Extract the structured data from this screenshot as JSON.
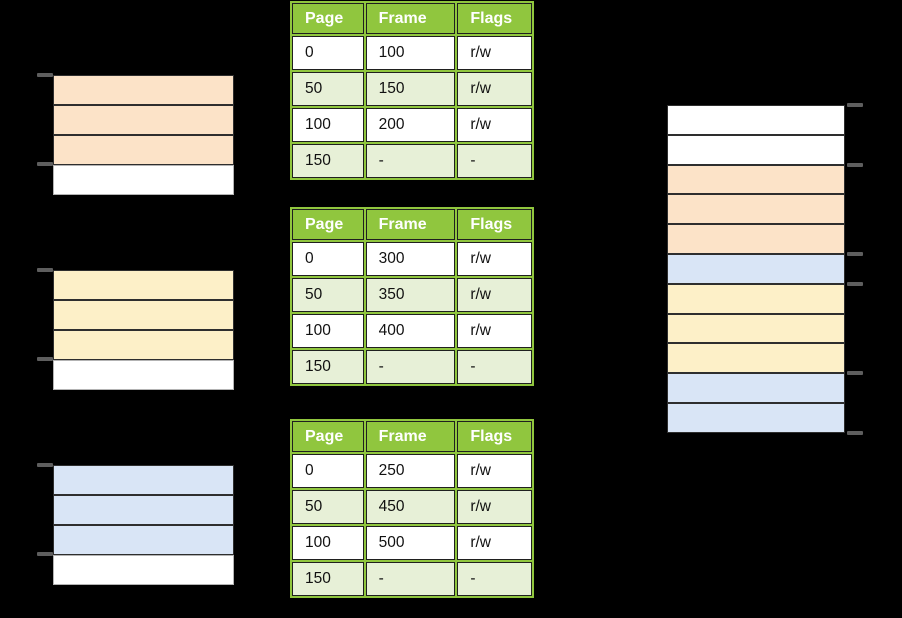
{
  "palette": {
    "background": "#000000",
    "peach": "#fce3c8",
    "yellow": "#fdf0c8",
    "blue": "#d9e5f6",
    "white": "#ffffff",
    "green": "#90c63e",
    "green_light": "#e7f0d7",
    "row_border": "#2e2e2e",
    "free_row_border": "#b3b3b3",
    "tick": "#5e5e5e"
  },
  "page_tables": [
    {
      "headers": [
        "Page",
        "Frame",
        "Flags"
      ],
      "rows": [
        [
          "0",
          "100",
          "r/w"
        ],
        [
          "50",
          "150",
          "r/w"
        ],
        [
          "100",
          "200",
          "r/w"
        ],
        [
          "150",
          "-",
          "-"
        ]
      ]
    },
    {
      "headers": [
        "Page",
        "Frame",
        "Flags"
      ],
      "rows": [
        [
          "0",
          "300",
          "r/w"
        ],
        [
          "50",
          "350",
          "r/w"
        ],
        [
          "100",
          "400",
          "r/w"
        ],
        [
          "150",
          "-",
          "-"
        ]
      ]
    },
    {
      "headers": [
        "Page",
        "Frame",
        "Flags"
      ],
      "rows": [
        [
          "0",
          "250",
          "r/w"
        ],
        [
          "50",
          "450",
          "r/w"
        ],
        [
          "100",
          "500",
          "r/w"
        ],
        [
          "150",
          "-",
          "-"
        ]
      ]
    }
  ],
  "process_spaces": [
    {
      "segments": [
        "peach",
        "peach",
        "peach",
        "white"
      ]
    },
    {
      "segments": [
        "yellow",
        "yellow",
        "yellow",
        "white"
      ]
    },
    {
      "segments": [
        "blue",
        "blue",
        "blue",
        "white"
      ]
    }
  ],
  "physical_memory": {
    "segments": [
      "white",
      "white",
      "peach",
      "peach",
      "peach",
      "blue",
      "yellow",
      "yellow",
      "yellow",
      "blue",
      "blue"
    ]
  }
}
